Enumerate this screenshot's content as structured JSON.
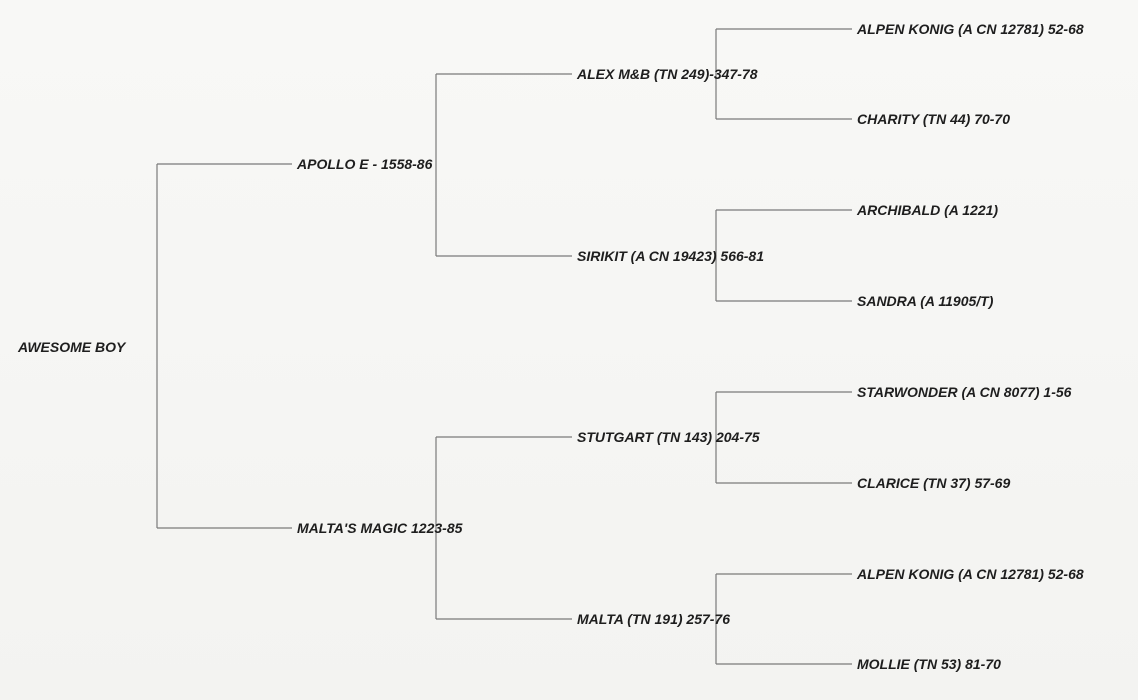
{
  "pedigree": {
    "subject": "AWESOME BOY",
    "sire": "APOLLO E - 1558-86",
    "dam": "MALTA'S MAGIC 1223-85",
    "sire_sire": "ALEX M&B (TN 249)-347-78",
    "sire_dam": "SIRIKIT (A CN 19423) 566-81",
    "dam_sire": "STUTGART (TN 143) 204-75",
    "dam_dam": "MALTA (TN 191) 257-76",
    "sire_sire_sire": "ALPEN KONIG (A CN 12781) 52-68",
    "sire_sire_dam": "CHARITY (TN 44) 70-70",
    "sire_dam_sire": "ARCHIBALD (A 1221)",
    "sire_dam_dam": "SANDRA (A 11905/T)",
    "dam_sire_sire": "STARWONDER (A CN 8077) 1-56",
    "dam_sire_dam": "CLARICE (TN 37) 57-69",
    "dam_dam_sire": "ALPEN KONIG (A CN 12781) 52-68",
    "dam_dam_dam": "MOLLIE (TN 53) 81-70"
  },
  "colors": {
    "line": "#7a7a7a",
    "text": "#1e1e1e"
  }
}
